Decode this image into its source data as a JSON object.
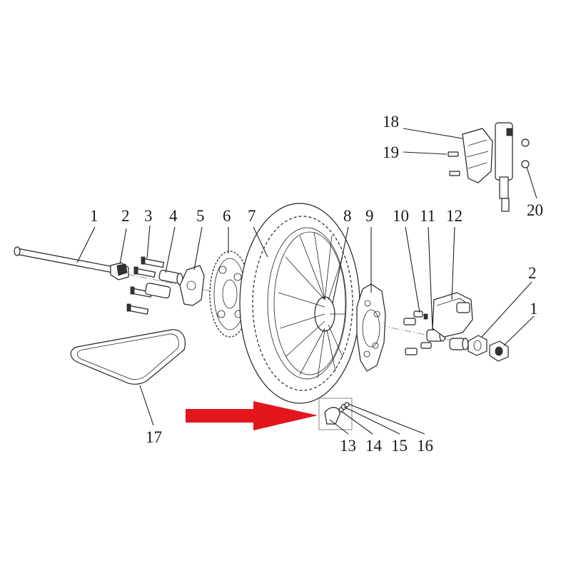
{
  "diagram": {
    "callouts": [
      {
        "id": "1",
        "text": "1"
      },
      {
        "id": "2",
        "text": "2"
      },
      {
        "id": "3",
        "text": "3"
      },
      {
        "id": "4",
        "text": "4"
      },
      {
        "id": "5",
        "text": "5"
      },
      {
        "id": "6",
        "text": "6"
      },
      {
        "id": "7",
        "text": "7"
      },
      {
        "id": "8",
        "text": "8"
      },
      {
        "id": "9",
        "text": "9"
      },
      {
        "id": "10",
        "text": "10"
      },
      {
        "id": "11",
        "text": "11"
      },
      {
        "id": "12",
        "text": "12"
      },
      {
        "id": "13",
        "text": "13"
      },
      {
        "id": "14",
        "text": "14"
      },
      {
        "id": "15",
        "text": "15"
      },
      {
        "id": "16",
        "text": "16"
      },
      {
        "id": "17",
        "text": "17"
      },
      {
        "id": "18",
        "text": "18"
      },
      {
        "id": "19",
        "text": "19"
      },
      {
        "id": "20",
        "text": "20"
      },
      {
        "id": "2b",
        "text": "2"
      },
      {
        "id": "1b",
        "text": "1"
      }
    ],
    "highlight": {
      "arrow_color": "#e3161c",
      "box_color": "#888888"
    }
  }
}
